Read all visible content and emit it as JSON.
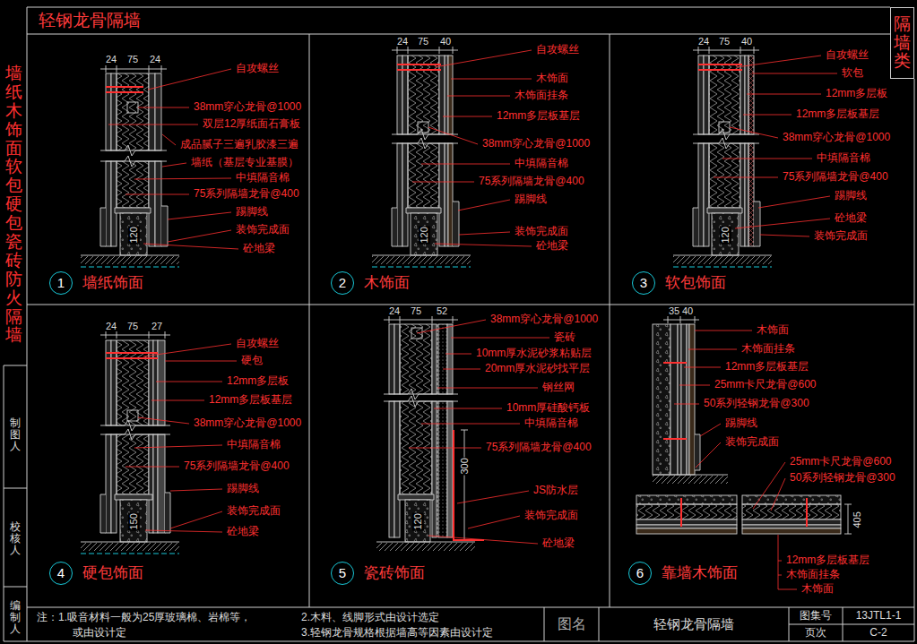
{
  "diagram": {
    "title": "轻钢龙骨隔墙",
    "nodes": [
      {
        "text": [
          "隔墙类"
        ]
      },
      {
        "text": [
          "1",
          "墙纸饰面"
        ]
      },
      {
        "text": [
          "2",
          "木饰面"
        ]
      },
      {
        "text": [
          "3",
          "软包饰面"
        ]
      },
      {
        "text": [
          "4",
          "硬包饰面"
        ]
      },
      {
        "text": [
          "5",
          "瓷砖饰面"
        ]
      },
      {
        "text": [
          "6",
          "靠墙木饰面"
        ]
      }
    ],
    "labels": [
      "墙纸木饰面软包硬包瓷砖防火隔墙",
      "制图人",
      "校核人",
      "编制人",
      "24",
      "75",
      "24",
      "自攻螺丝",
      "38mm穿心龙骨@1000",
      "双层12厚纸面石膏板",
      "成品腻子三遍乳胶漆三遍",
      "墙纸（基层专业基膜）",
      "中填隔音棉",
      "75系列隔墙龙骨@400",
      "踢脚线",
      "装饰完成面",
      "砼地梁",
      "120",
      "24",
      "75",
      "40",
      "自攻螺丝",
      "木饰面",
      "木饰面挂条",
      "12mm多层板基层",
      "38mm穿心龙骨@1000",
      "中填隔音棉",
      "75系列隔墙龙骨@400",
      "踢脚线",
      "装饰完成面",
      "砼地梁",
      "120",
      "24",
      "75",
      "40",
      "自攻螺丝",
      "软包",
      "12mm多层板",
      "12mm多层板基层",
      "38mm穿心龙骨@1000",
      "中填隔音棉",
      "75系列隔墙龙骨@400",
      "踢脚线",
      "砼地梁",
      "装饰完成面",
      "120",
      "24",
      "75",
      "27",
      "自攻螺丝",
      "硬包",
      "12mm多层板",
      "12mm多层板基层",
      "38mm穿心龙骨@1000",
      "中填隔音棉",
      "75系列隔墙龙骨@400",
      "踢脚线",
      "装饰完成面",
      "砼地梁",
      "150",
      "24",
      "75",
      "52",
      "38mm穿心龙骨@1000",
      "瓷砖",
      "10mm厚水泥砂浆粘贴层",
      "20mm厚水泥砂找平层",
      "钢丝网",
      "10mm厚硅酸钙板",
      "中填隔音棉",
      "75系列隔墙龙骨@400",
      "300",
      "JS防水层",
      "装饰完成面",
      "砼地梁",
      "120",
      "35",
      "40",
      "木饰面",
      "木饰面挂条",
      "12mm多层板基层",
      "25mm卡尺龙骨@600",
      "50系列轻钢龙骨@300",
      "踢脚线",
      "装饰完成面",
      "25mm卡尺龙骨@600",
      "50系列轻钢龙骨@300",
      "405",
      "12mm多层板基层",
      "木饰面挂条",
      "木饰面",
      "注：1.吸音材料一般为25厚玻璃棉、岩棉等，",
      "或由设计定",
      "2.木料、线脚形式由设计选定",
      "3.轻钢龙骨规格根据墙高等因素由设计定",
      "图名",
      "轻钢龙骨隔墙",
      "图集号",
      "13JTL1-1",
      "页次",
      "C-2"
    ]
  }
}
